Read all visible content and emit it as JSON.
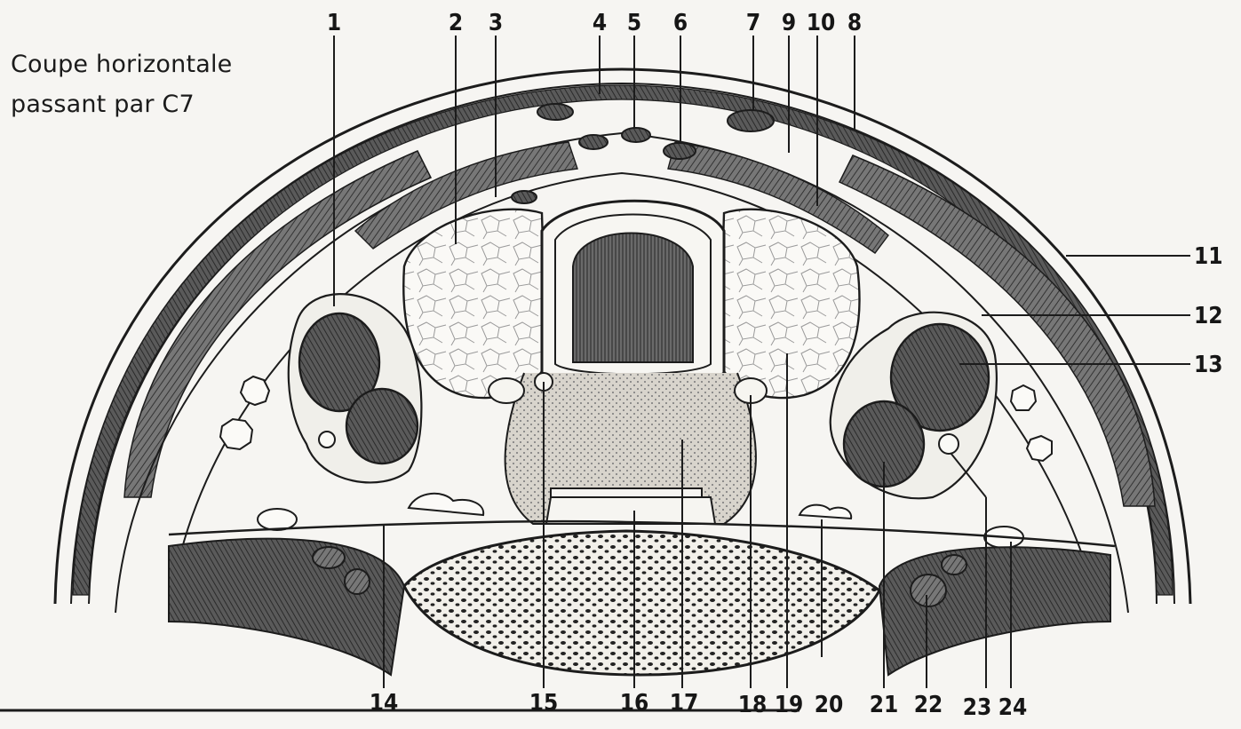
{
  "caption": {
    "line1": "Coupe horizontale",
    "line2": "passant par C7"
  },
  "labels": {
    "top": [
      "1",
      "2",
      "3",
      "4",
      "5",
      "6",
      "7",
      "9",
      "10",
      "8"
    ],
    "right": [
      "11",
      "12",
      "13"
    ],
    "bottom": [
      "14",
      "15",
      "16",
      "17",
      "18",
      "19",
      "20",
      "21",
      "22",
      "23",
      "24"
    ]
  },
  "colors": {
    "ink": "#1c1c1c",
    "muscle": "#5a5a5a",
    "dark_tissue": "#3e3e3e",
    "paper": "#f6f5f2"
  }
}
